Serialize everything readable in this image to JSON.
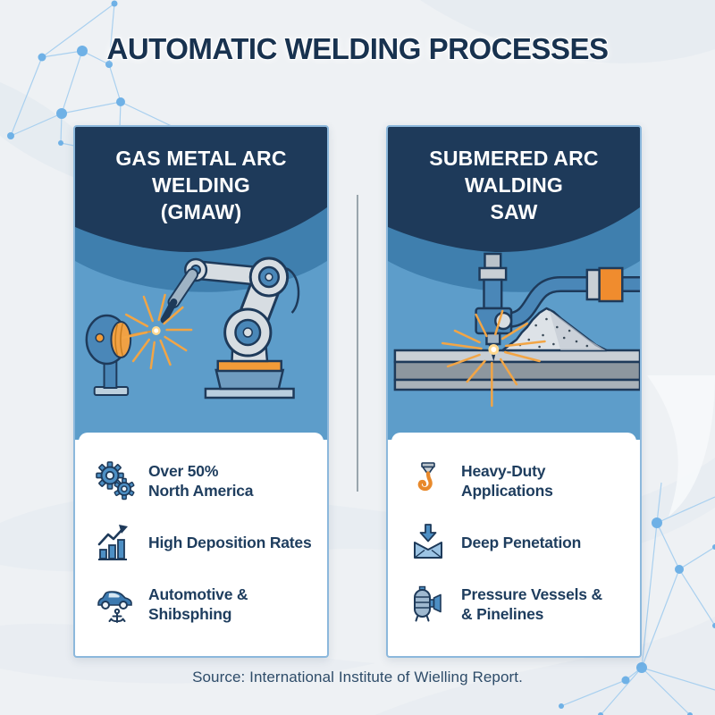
{
  "title": "AUTOMATIC WELDING PROCESSES",
  "footer": {
    "source_text": "Source: International Institute of Wielling Report."
  },
  "colors": {
    "background": "#eef1f4",
    "header_navy": "#1e3a5a",
    "illustration_blue": "#5d9dca",
    "wave_mid_blue": "#3f7fae",
    "accent_orange": "#f29b38",
    "hook_orange": "#e8892b",
    "panel_border": "#8cb8dc",
    "text_navy": "#1e3d5e",
    "network_blue": "#6fb1e6",
    "divider_gray": "#9aa6ad"
  },
  "panels": [
    {
      "id": "gmaw",
      "title_lines": [
        "GAS METAL ARC",
        "WELDING",
        "(GMAW)"
      ],
      "illustration": "robot-arm-welding-with-wire-spool",
      "features": [
        {
          "icon": "gears-icon",
          "lines": [
            "Over 50%",
            "North America"
          ]
        },
        {
          "icon": "growth-chart-icon",
          "lines": [
            "High Deposition Rates",
            ""
          ]
        },
        {
          "icon": "car-anchor-icon",
          "lines": [
            "Automotive &",
            "Shibsphing"
          ]
        }
      ]
    },
    {
      "id": "saw",
      "title_lines": [
        "SUBMERED ARC",
        "WALDING",
        "SAW"
      ],
      "illustration": "submerged-arc-torch-flux-pile-on-beam",
      "features": [
        {
          "icon": "crane-hook-icon",
          "lines": [
            "Heavy-Duty",
            "Applications"
          ]
        },
        {
          "icon": "deep-penetration-arrow-icon",
          "lines": [
            "Deep Penetation",
            ""
          ]
        },
        {
          "icon": "pressure-vessel-icon",
          "lines": [
            "Pressure Vessels &",
            "& Pinelines"
          ]
        }
      ]
    }
  ]
}
